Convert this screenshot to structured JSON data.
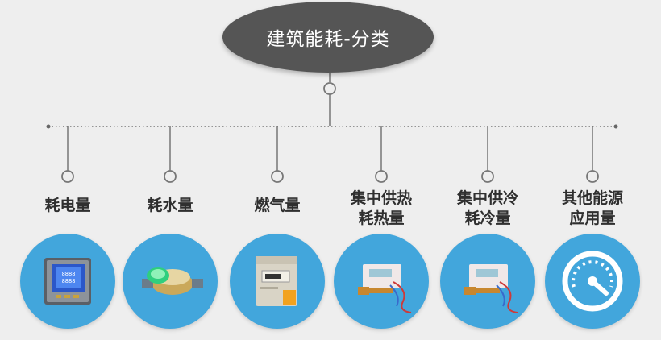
{
  "title": "建筑能耗-分类",
  "categories": [
    {
      "label_line1": "耗电量",
      "label_line2": "",
      "icon": "power-meter-icon"
    },
    {
      "label_line1": "耗水量",
      "label_line2": "",
      "icon": "water-meter-icon"
    },
    {
      "label_line1": "燃气量",
      "label_line2": "",
      "icon": "gas-meter-icon"
    },
    {
      "label_line1": "集中供热",
      "label_line2": "耗热量",
      "icon": "heat-meter-icon"
    },
    {
      "label_line1": "集中供冷",
      "label_line2": "耗冷量",
      "icon": "cooling-meter-icon"
    },
    {
      "label_line1": "其他能源",
      "label_line2": "应用量",
      "icon": "gauge-icon"
    }
  ],
  "colors": {
    "disc": "#42a6dc",
    "root": "#555555",
    "line": "#777777",
    "label": "#2f2f2f"
  }
}
